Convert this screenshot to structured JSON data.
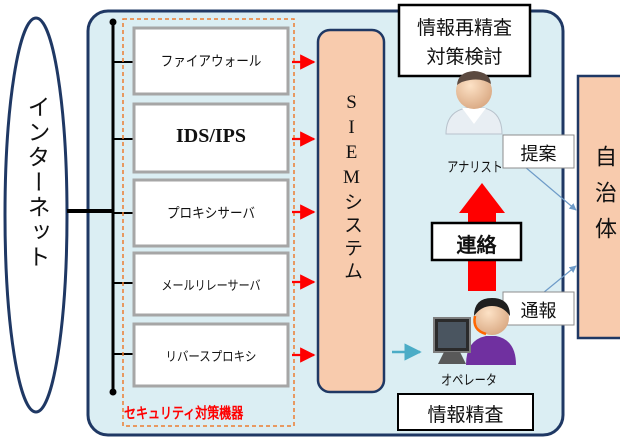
{
  "internet_label": "インターネット",
  "devices": [
    "ファイアウォール",
    "IDS/IPS",
    "プロキシサーバ",
    "メールリレーサーバ",
    "リバースプロキシ"
  ],
  "devices_group_label": "セキュリティ対策機器",
  "siem_label": "SIEMシステム",
  "analyst_label": "アナリスト",
  "operator_label": "オペレータ",
  "box_reinspect": [
    "情報再精査",
    "対策検討"
  ],
  "box_inspect": "情報精査",
  "liaison_label": "連絡",
  "proposal_label": "提案",
  "report_label": "通報",
  "municipality_label": "自治体",
  "colors": {
    "main_panel": "#dbeef3",
    "panel_border": "#1f3864",
    "siem_fill": "#f8cbad",
    "red_arrow": "#ff0000",
    "teal_arrow": "#4bacc6",
    "group_border": "#ed7d31",
    "group_text": "#ff0000"
  }
}
